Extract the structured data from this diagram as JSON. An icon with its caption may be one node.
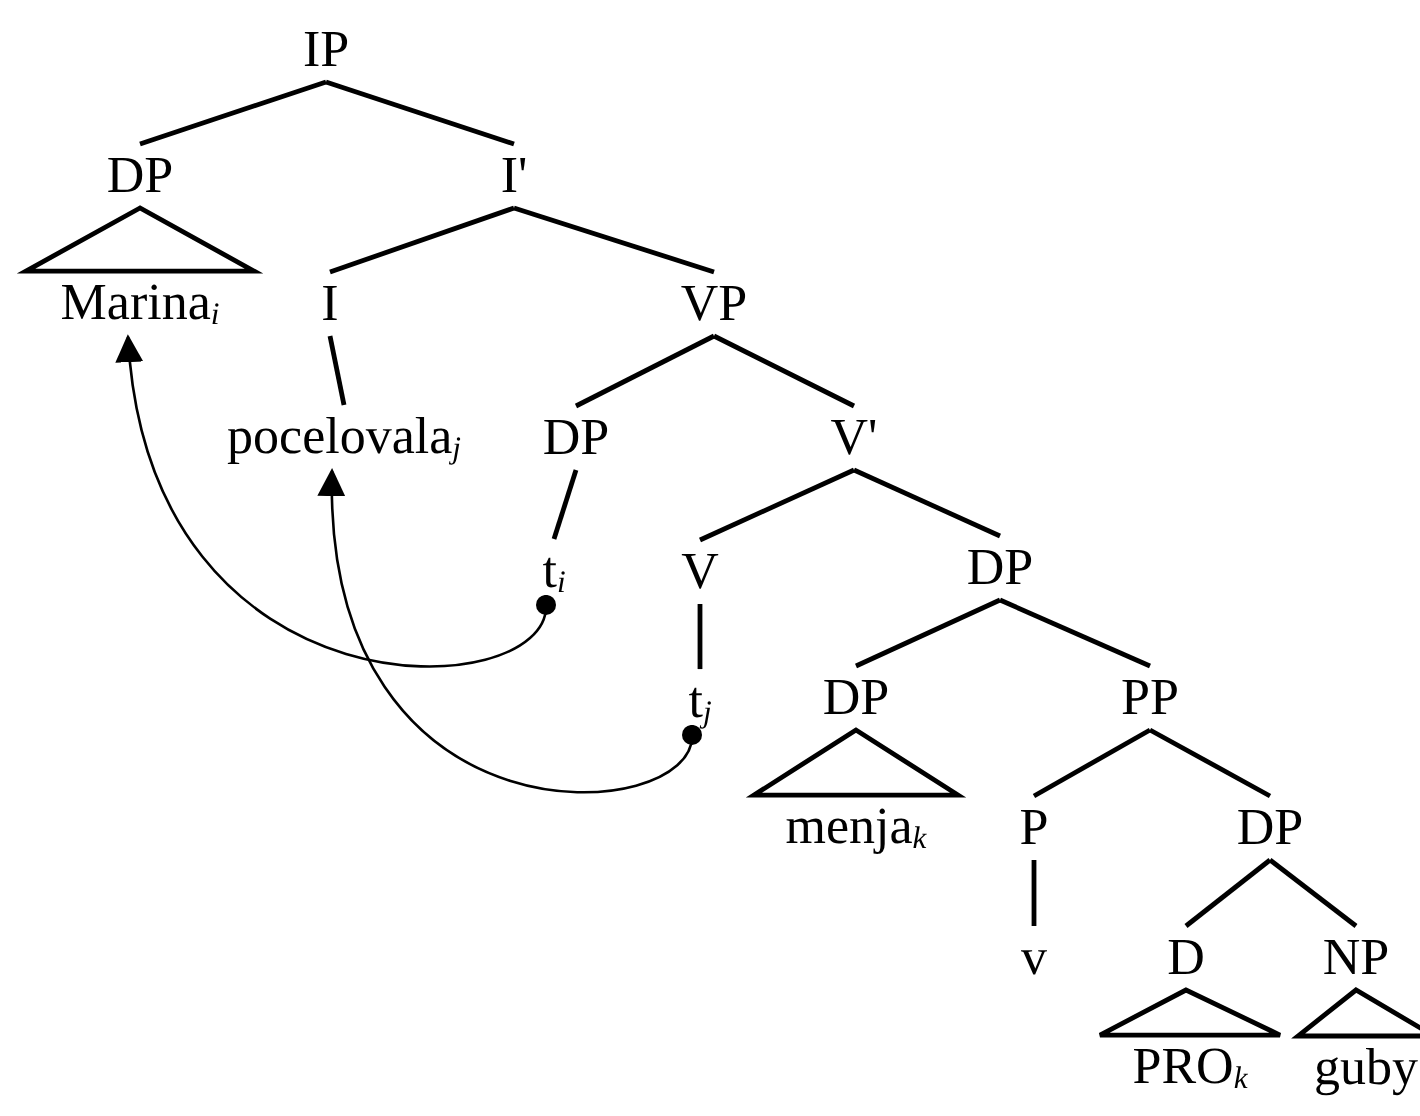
{
  "diagram": {
    "nodes": [
      {
        "text": [
          "IP"
        ]
      },
      {
        "text": [
          "DP"
        ]
      },
      {
        "text": [
          "I'"
        ]
      },
      {
        "text": [
          "Marina$_{i}$"
        ]
      },
      {
        "text": [
          "I"
        ]
      },
      {
        "text": [
          "VP"
        ]
      },
      {
        "text": [
          "pocelovala$_{j}$"
        ]
      },
      {
        "text": [
          "DP"
        ]
      },
      {
        "text": [
          "V'"
        ]
      },
      {
        "text": [
          "t$_{i}$"
        ]
      },
      {
        "text": [
          "V"
        ]
      },
      {
        "text": [
          "DP"
        ]
      },
      {
        "text": [
          "t$_{j}$"
        ]
      },
      {
        "text": [
          "DP"
        ]
      },
      {
        "text": [
          "PP"
        ]
      },
      {
        "text": [
          "menja$_{k}$"
        ]
      },
      {
        "text": [
          "P"
        ]
      },
      {
        "text": [
          "DP"
        ]
      },
      {
        "text": [
          "v"
        ]
      },
      {
        "text": [
          "D"
        ]
      },
      {
        "text": [
          "NP"
        ]
      },
      {
        "text": [
          "PRO$_{k}$"
        ]
      },
      {
        "text": [
          "guby"
        ]
      }
    ],
    "edges": [
      {
        "from": 0,
        "to": 1,
        "arrow": "none"
      },
      {
        "from": 0,
        "to": 2,
        "arrow": "none"
      },
      {
        "from": 1,
        "to": 3,
        "arrow": "none"
      },
      {
        "from": 2,
        "to": 4,
        "arrow": "none"
      },
      {
        "from": 2,
        "to": 5,
        "arrow": "none"
      },
      {
        "from": 4,
        "to": 6,
        "arrow": "none"
      },
      {
        "from": 5,
        "to": 7,
        "arrow": "none"
      },
      {
        "from": 5,
        "to": 8,
        "arrow": "none"
      },
      {
        "from": 7,
        "to": 9,
        "arrow": "none"
      },
      {
        "from": 8,
        "to": 10,
        "arrow": "none"
      },
      {
        "from": 8,
        "to": 11,
        "arrow": "none"
      },
      {
        "from": 10,
        "to": 12,
        "arrow": "none"
      },
      {
        "from": 11,
        "to": 13,
        "arrow": "none"
      },
      {
        "from": 11,
        "to": 14,
        "arrow": "none"
      },
      {
        "from": 13,
        "to": 15,
        "arrow": "none"
      },
      {
        "from": 14,
        "to": 16,
        "arrow": "none"
      },
      {
        "from": 14,
        "to": 17,
        "arrow": "none"
      },
      {
        "from": 16,
        "to": 18,
        "arrow": "none"
      },
      {
        "from": 17,
        "to": 19,
        "arrow": "none"
      },
      {
        "from": 17,
        "to": 20,
        "arrow": "none"
      },
      {
        "from": 19,
        "to": 21,
        "arrow": "none"
      },
      {
        "from": 20,
        "to": 22,
        "arrow": "none"
      },
      {
        "from": 9,
        "to": 3,
        "arrow": "to"
      },
      {
        "from": 12,
        "to": 6,
        "arrow": "to"
      }
    ]
  }
}
